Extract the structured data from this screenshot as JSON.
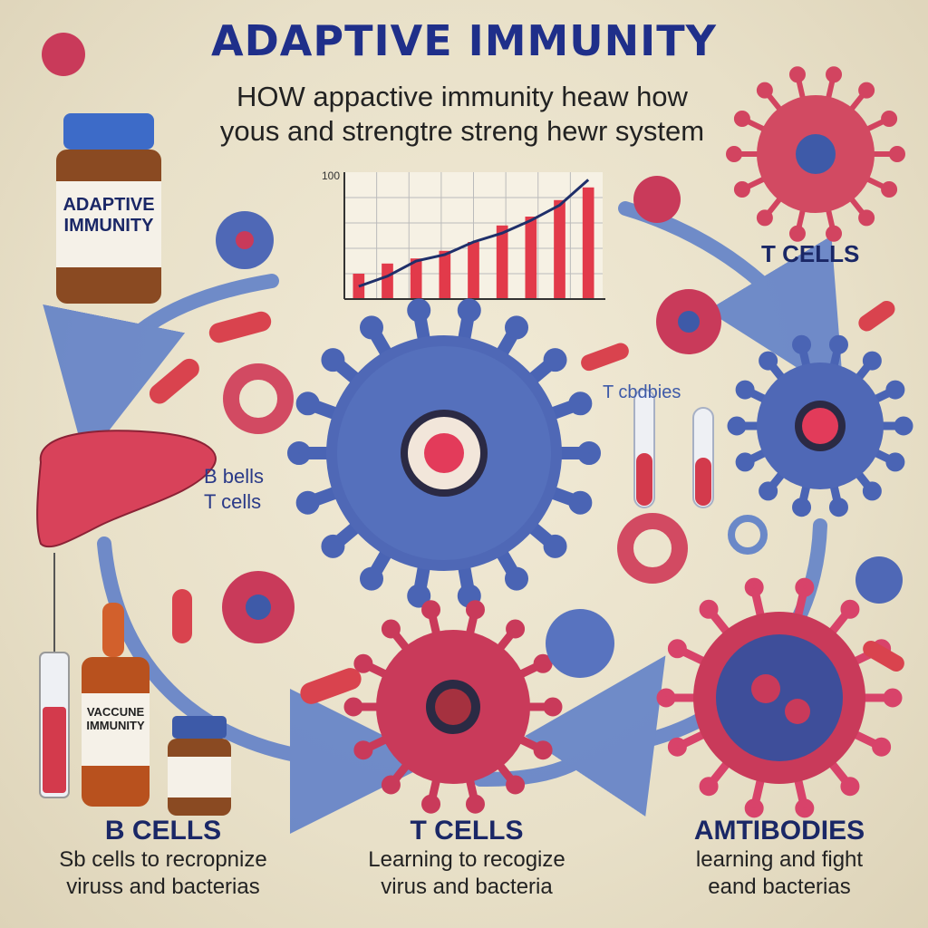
{
  "title": "ADAPTIVE IMMUNITY",
  "subtitle_line1": "HOW appactive immunity heaw how",
  "subtitle_line2": "yous and strengtre streng hewr system",
  "jar": {
    "label_line1": "ADAPTIVE",
    "label_line2": "IMMUNITY"
  },
  "vaccine": {
    "label_line1": "VACCUNE",
    "label_line2": "IMMUNITY"
  },
  "right_top_label": "T CELLS",
  "mid_right_label": "T cbdbies",
  "left_label_line1": "B bells",
  "left_label_line2": "T cells",
  "bottom": [
    {
      "header": "B CELLS",
      "line1": "Sb cells to recropnize",
      "line2": "viruss and bacterias"
    },
    {
      "header": "T CELLS",
      "line1": "Learning to recogize",
      "line2": "virus and bacteria"
    },
    {
      "header": "AMTIBODIES",
      "line1": "learning and fight",
      "line2": "eand bacterias"
    }
  ],
  "chart_data": {
    "type": "bar",
    "ytick_labels": [
      "100",
      "",
      "",
      "",
      ""
    ],
    "values": [
      20,
      28,
      32,
      38,
      45,
      58,
      65,
      78,
      88
    ],
    "line_values": [
      10,
      18,
      30,
      35,
      45,
      52,
      62,
      74,
      94
    ],
    "ylim": [
      0,
      100
    ],
    "xlabel": "",
    "ylabel": "",
    "grid": true
  },
  "colors": {
    "title": "#1f2f8a",
    "virus_blue": "#4a64b4",
    "virus_red": "#c93a5a",
    "arrow": "#5a7cc8",
    "bar": "#e23a4a"
  }
}
